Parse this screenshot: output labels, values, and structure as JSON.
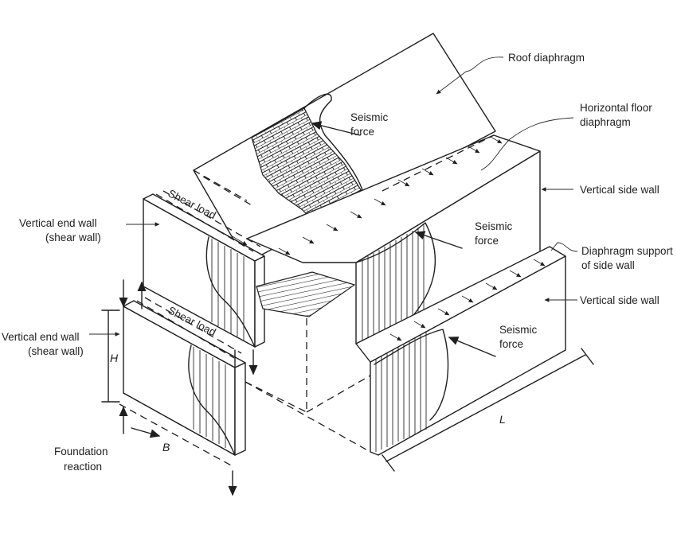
{
  "labels": {
    "roof_diaphragm": "Roof diaphragm",
    "seismic_force_top": [
      "Seismic",
      "force"
    ],
    "horizontal_floor": [
      "Horizontal floor",
      "diaphragm"
    ],
    "vertical_side_wall_upper": "Vertical side wall",
    "vertical_end_wall_upper": [
      "Vertical end wall",
      "(shear wall)"
    ],
    "shear_load_upper": "Shear load",
    "seismic_force_mid": [
      "Seismic",
      "force"
    ],
    "diaphragm_support": [
      "Diaphragm support",
      "of side wall"
    ],
    "vertical_side_wall_lower": "Vertical side wall",
    "vertical_end_wall_lower": [
      "Vertical end wall",
      "(shear wall)"
    ],
    "shear_load_lower": "Shear load",
    "seismic_force_low": [
      "Seismic",
      "force"
    ],
    "dim_h": "H",
    "dim_b": "B",
    "dim_l": "L",
    "foundation_reaction": [
      "Foundation",
      "reaction"
    ]
  }
}
